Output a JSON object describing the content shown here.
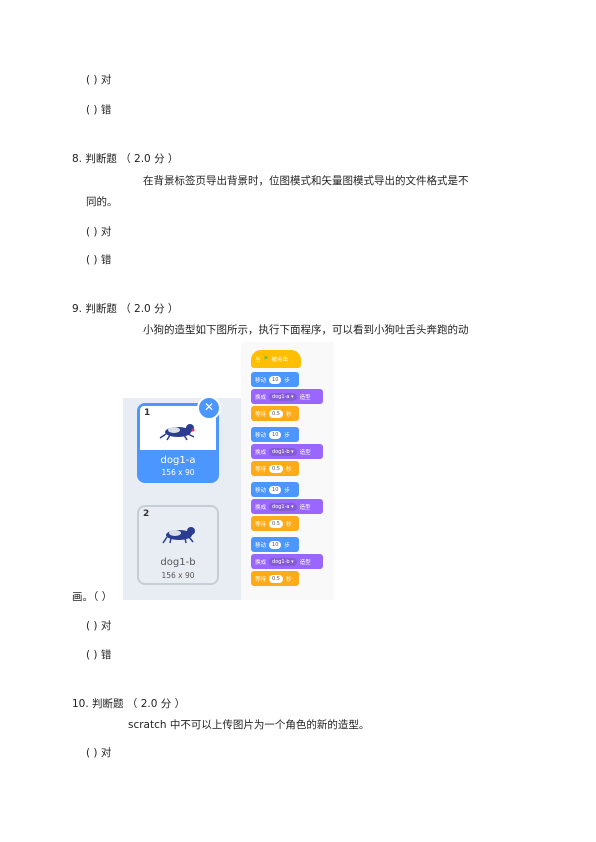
{
  "top_options": [
    "(  ) 对",
    "(  ) 错"
  ],
  "q8": {
    "header": "8. 判断题  （ 2.0 分 ）",
    "text_line1": "在背景标签页导出背景时，位图模式和矢量图模式导出的文件格式是不",
    "text_line2": "同的。",
    "options": [
      "(  ) 对",
      "(  ) 错"
    ]
  },
  "q9": {
    "header": "9. 判断题  （ 2.0 分 ）",
    "text_line1": "小狗的造型如下图所示，执行下面程序，可以看到小狗吐舌头奔跑的动",
    "text_line2": "画。（ ）",
    "options": [
      "(  ) 对",
      "(  ) 错"
    ],
    "costumes": [
      {
        "num": "1",
        "name": "dog1-a",
        "size": "156 x 90"
      },
      {
        "num": "2",
        "name": "dog1-b",
        "size": "156 x 90"
      }
    ],
    "script": {
      "hat": {
        "label1": "当",
        "label2": "被点击"
      },
      "move_label": "移动",
      "move_value": "10",
      "move_unit": "步",
      "switch_label": "换成",
      "costume_a": "dog1-a ▾",
      "costume_b": "dog1-b ▾",
      "switch_unit": "造型",
      "wait_label": "等待",
      "wait_value": "0.5",
      "wait_unit": "秒"
    }
  },
  "q10": {
    "header": "10. 判断题  （ 2.0 分 ）",
    "text_line1": "scratch 中不可以上传图片为一个角色的新的造型。",
    "options": [
      "(  ) 对"
    ]
  }
}
